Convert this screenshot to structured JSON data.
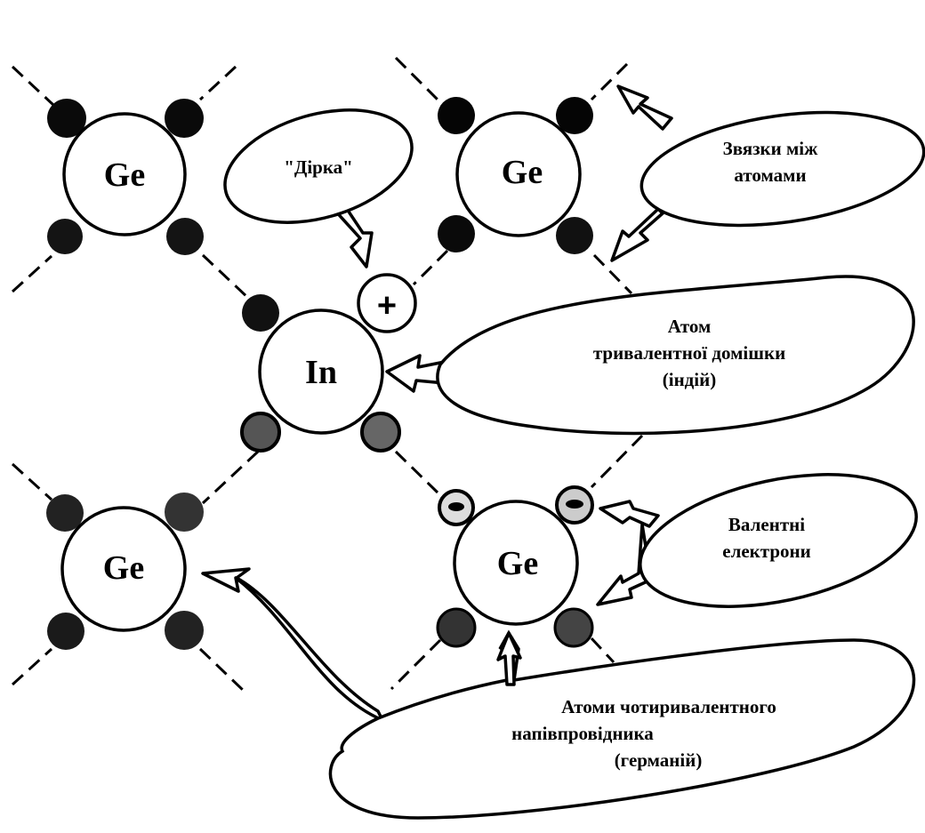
{
  "diagram": {
    "type": "crystal-lattice-p-type-doping",
    "atoms": [
      {
        "id": "ge-top-left",
        "symbol": "Ge"
      },
      {
        "id": "ge-top-right",
        "symbol": "Ge"
      },
      {
        "id": "in-center",
        "symbol": "In"
      },
      {
        "id": "ge-bottom-left",
        "symbol": "Ge"
      },
      {
        "id": "ge-bottom-right",
        "symbol": "Ge"
      }
    ],
    "hole_symbol": "+",
    "callouts": {
      "hole": {
        "lines": [
          "\"Дірка\""
        ]
      },
      "bonds": {
        "lines": [
          "Звязки між",
          "атомами"
        ]
      },
      "dopant": {
        "lines": [
          "Атом",
          "тривалентної домішки",
          "(індій)"
        ]
      },
      "valence": {
        "lines": [
          "Валентні",
          "електрони"
        ]
      },
      "semiconductor": {
        "lines": [
          "Атоми чотиривалентного",
          "напівпровідника",
          "(германій)"
        ]
      }
    },
    "colors": {
      "ink": "#000000",
      "paper": "#ffffff",
      "electron_light": "#d8d8d8",
      "electron_mid": "#3a3a3a"
    }
  }
}
